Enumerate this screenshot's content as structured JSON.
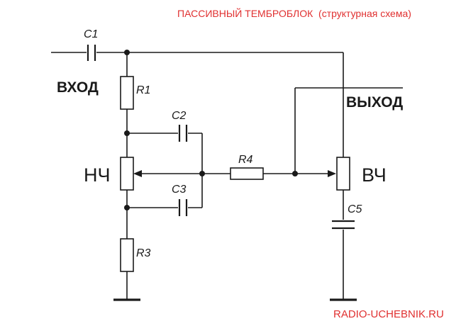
{
  "title": "ПАССИВНЫЙ ТЕМБРОБЛОК  (структурная схема)",
  "footer": "RADIO-UCHEBNIK.RU",
  "labels": {
    "input": "ВХОД",
    "output": "ВЫХОД",
    "bass": "НЧ",
    "treble": "ВЧ"
  },
  "components": {
    "c1": "C1",
    "c2": "C2",
    "c3": "C3",
    "c5": "C5",
    "r1": "R1",
    "r3": "R3",
    "r4": "R4"
  },
  "colors": {
    "title": "#e03030",
    "footer": "#e03030",
    "line": "#1a1a1a"
  }
}
